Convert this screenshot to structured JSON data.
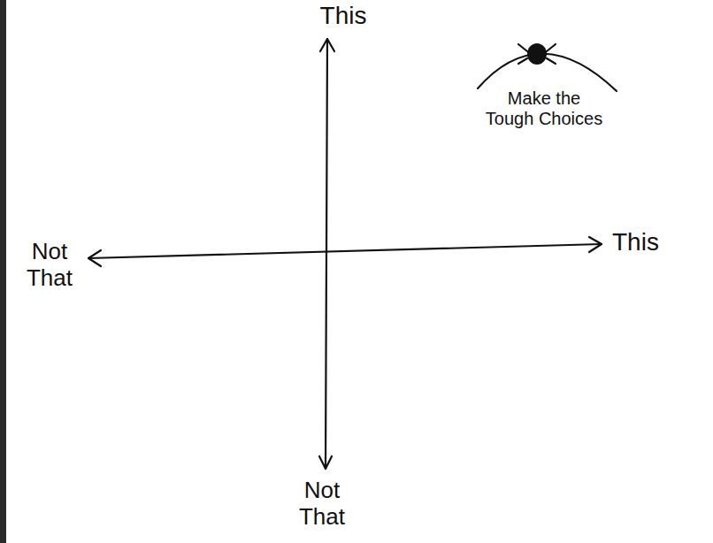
{
  "diagram": {
    "labels": [
      "This",
      "Make the Tough Choices",
      "Not That",
      "This",
      "Not That"
    ]
  }
}
